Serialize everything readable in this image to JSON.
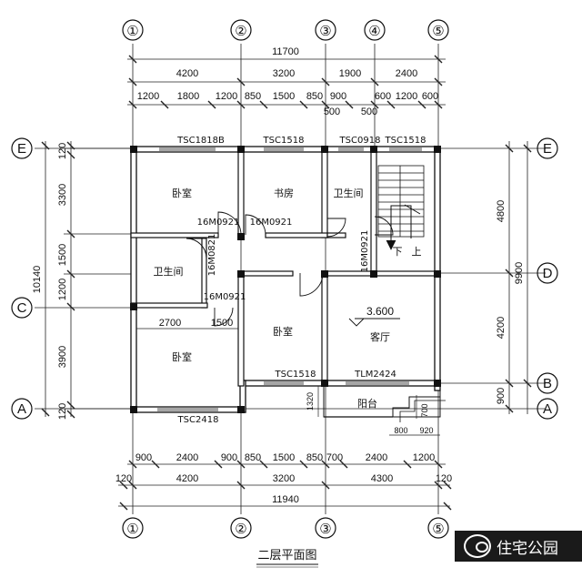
{
  "drawing_title": "二层平面图",
  "watermark": {
    "text": "住宅公园",
    "icon": "wechat-icon"
  },
  "axes": {
    "vertical": [
      {
        "id": "1",
        "label": "①"
      },
      {
        "id": "2",
        "label": "②"
      },
      {
        "id": "3",
        "label": "③"
      },
      {
        "id": "4",
        "label": "④"
      },
      {
        "id": "5",
        "label": "⑤"
      }
    ],
    "horizontal": [
      {
        "id": "E",
        "label": "E"
      },
      {
        "id": "C",
        "label": "C"
      },
      {
        "id": "A",
        "label": "A"
      },
      {
        "id": "D",
        "label": "D"
      },
      {
        "id": "B",
        "label": "B"
      }
    ]
  },
  "dims": {
    "top_total": "11700",
    "top_axes": [
      "4200",
      "3200",
      "1900",
      "2400"
    ],
    "top_detail": [
      "1200",
      "1800",
      "1200",
      "850",
      "1500",
      "850",
      "900",
      "600",
      "1200",
      "600"
    ],
    "top_sub": [
      "500",
      "500"
    ],
    "bottom_detail": [
      "900",
      "2400",
      "900",
      "850",
      "1500",
      "850",
      "700",
      "2400",
      "1200"
    ],
    "bottom_axes": [
      "120",
      "4200",
      "3200",
      "4300",
      "120"
    ],
    "bottom_total": "11940",
    "left_segments": [
      "120",
      "3300",
      "1500",
      "1200",
      "3900",
      "120"
    ],
    "left_total": "10140",
    "right_segments": [
      "4800",
      "4200",
      "900"
    ],
    "right_total": "9900",
    "stair_small": [
      "700",
      "800",
      "920",
      "1320"
    ],
    "inner": [
      "2700",
      "1500"
    ],
    "elevation": "3.600"
  },
  "rooms": {
    "bedroom_nw": "卧室",
    "study": "书房",
    "bath_ne": "卫生间",
    "bath_w": "卫生间",
    "bedroom_sw": "卧室",
    "bedroom_mid": "卧室",
    "living": "客厅",
    "balcony": "阳台",
    "stair_down": "下",
    "stair_up": "上"
  },
  "openings": {
    "w_top_1": "TSC1818B",
    "w_top_2": "TSC1518",
    "w_top_3": "TSC0918",
    "w_top_4": "TSC1518",
    "d_1": "16M0921",
    "d_2": "16M0921",
    "d_3": "16M0821",
    "d_4": "16M0921",
    "d_5": "16M0921",
    "w_mid": "TSC1518",
    "d_balcony": "TLM2424",
    "w_bottom": "TSC2418"
  }
}
